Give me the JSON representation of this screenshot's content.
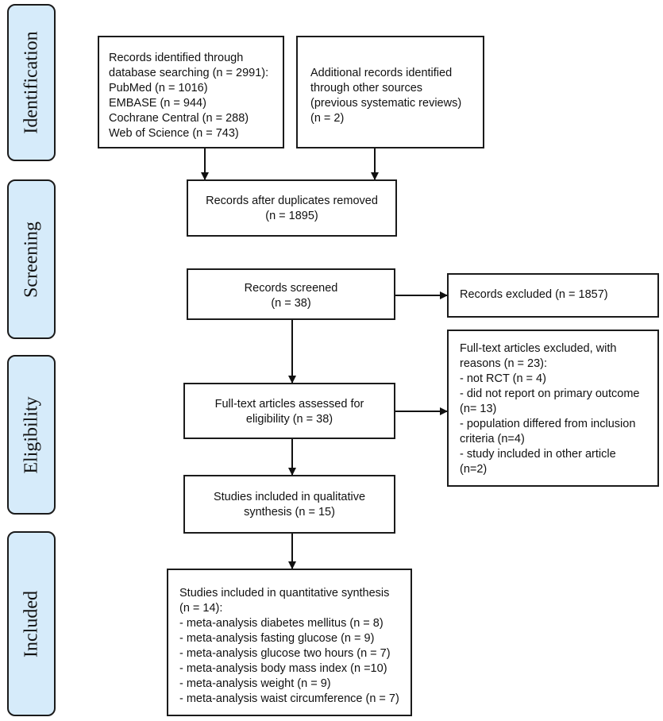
{
  "phases": {
    "identification": "Identification",
    "screening": "Screening",
    "eligibility": "Eligibility",
    "included": "Included"
  },
  "boxes": {
    "database_records": [
      "Records identified through",
      "database searching (n = 2991):",
      "PubMed (n = 1016)",
      "EMBASE (n = 944)",
      "Cochrane Central (n = 288)",
      "Web of Science (n = 743)"
    ],
    "additional_records": [
      "Additional records identified",
      "through other sources",
      "(previous systematic reviews)",
      "(n = 2)"
    ],
    "after_duplicates": [
      "Records after duplicates removed",
      "(n = 1895)"
    ],
    "screened": [
      "Records screened",
      "(n = 38)"
    ],
    "excluded": [
      "Records excluded (n =  1857)"
    ],
    "fulltext_assessed": [
      "Full-text articles assessed for",
      "eligibility (n =  38)"
    ],
    "fulltext_excluded": [
      "Full-text articles excluded, with",
      "reasons (n = 23):",
      "- not RCT (n = 4)",
      "- did not report on primary outcome",
      "(n= 13)",
      "- population differed from inclusion",
      "criteria (n=4)",
      "- study included in other article",
      "(n=2)"
    ],
    "qualitative": [
      "Studies included in qualitative",
      "synthesis (n =  15)"
    ],
    "quantitative": [
      "Studies included in quantitative synthesis",
      "(n = 14):",
      "- meta-analysis diabetes mellitus (n = 8)",
      "- meta-analysis fasting glucose (n = 9)",
      "- meta-analysis glucose two hours (n = 7)",
      "- meta-analysis body mass index (n =10)",
      "- meta-analysis weight (n = 9)",
      "- meta-analysis waist circumference (n = 7)"
    ]
  }
}
